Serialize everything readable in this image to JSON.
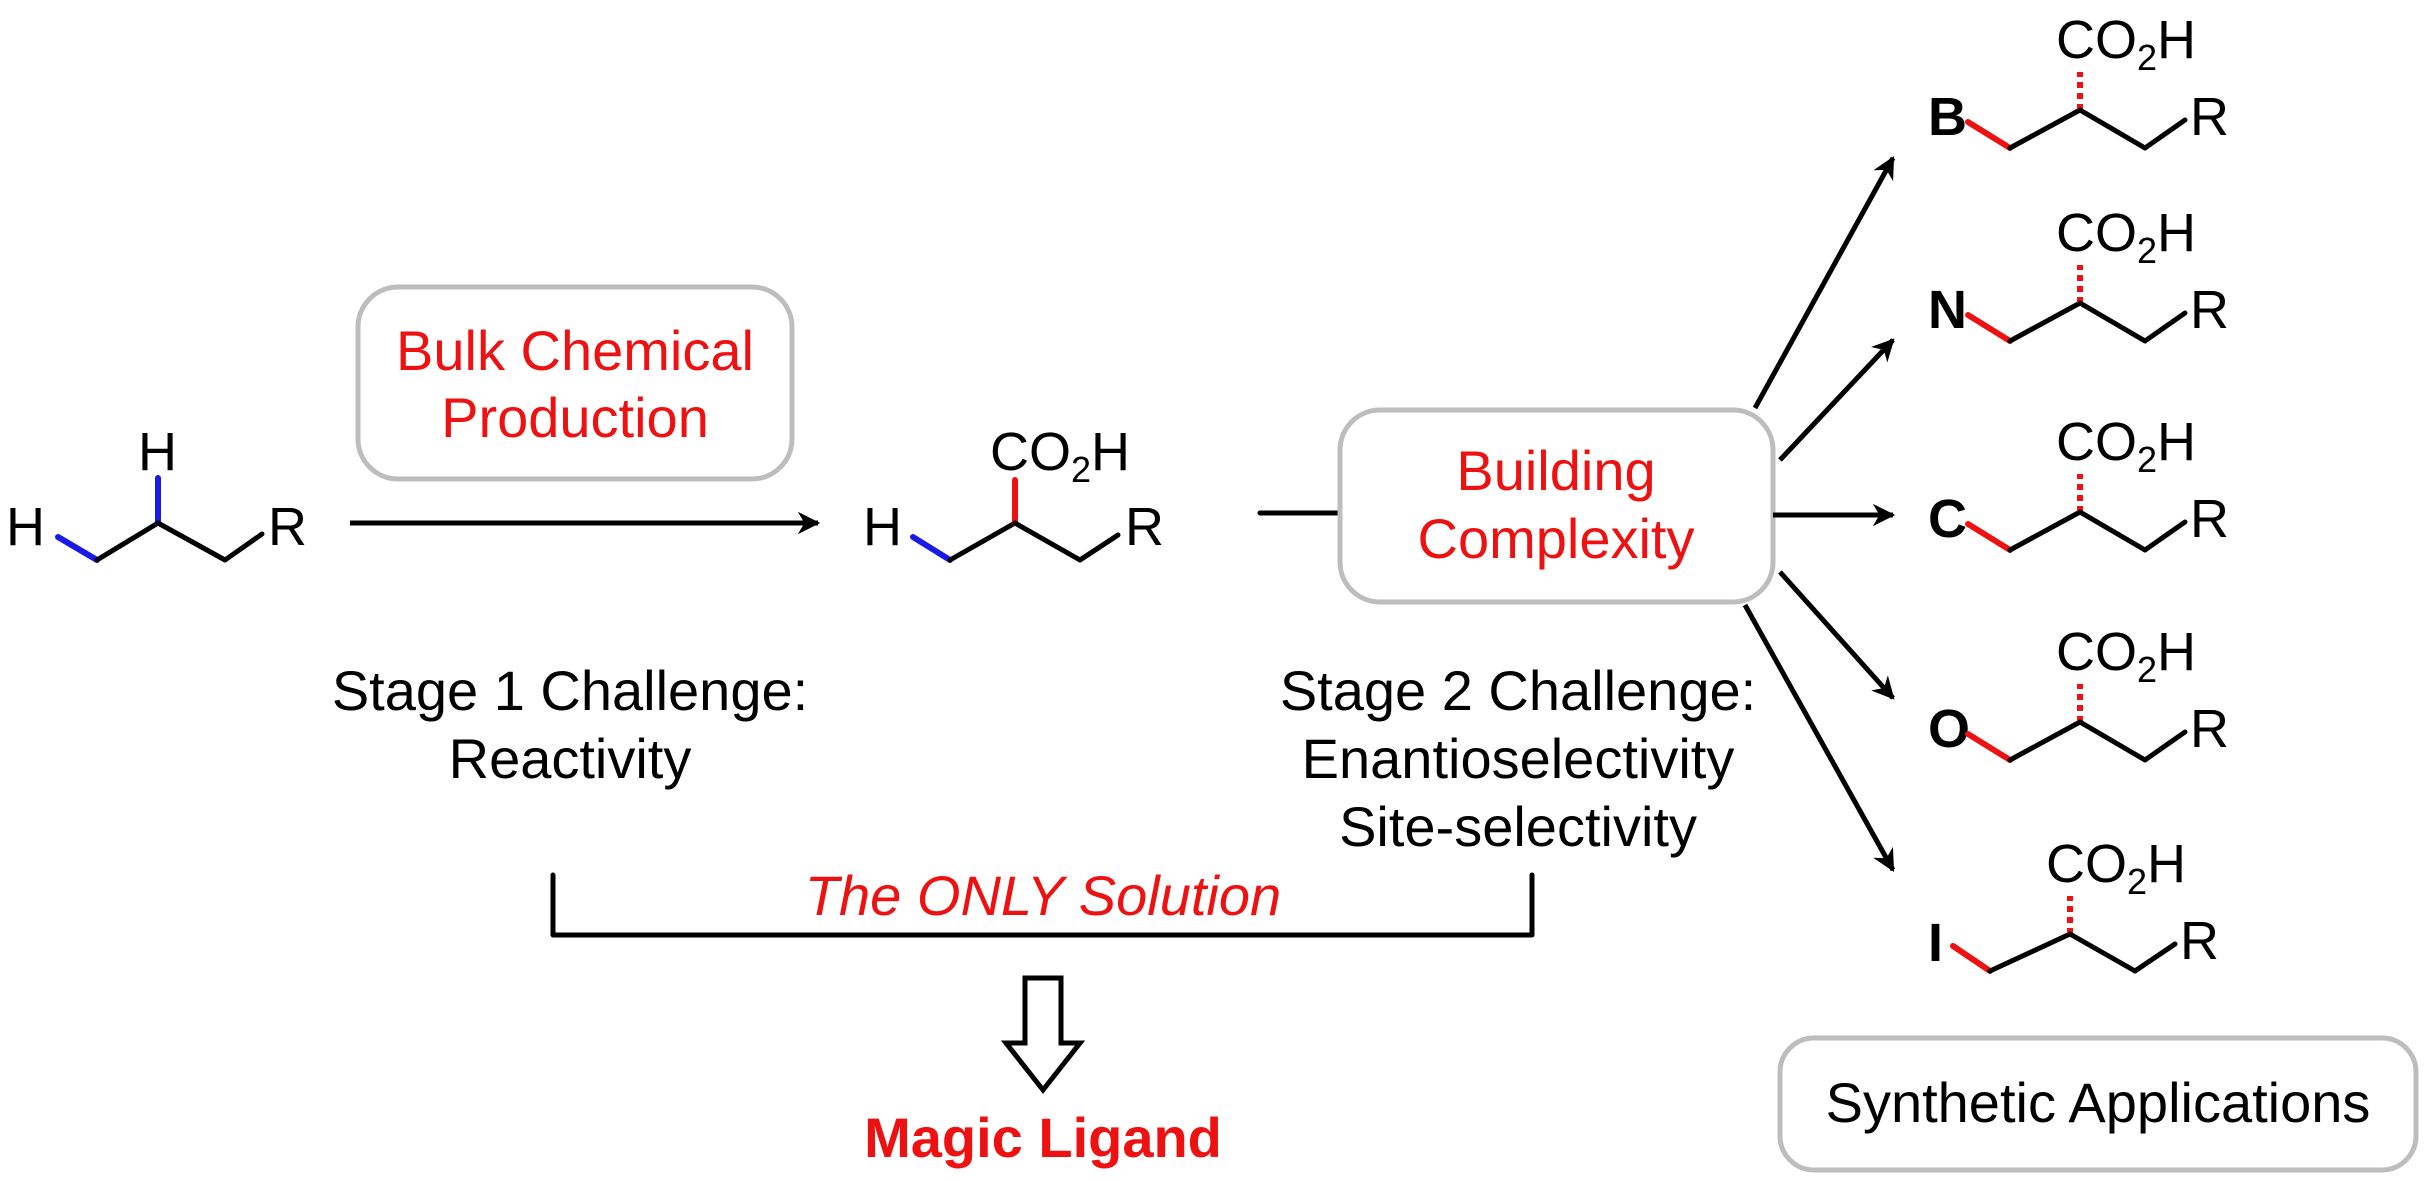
{
  "boxes": {
    "bulk_line1": "Bulk Chemical",
    "bulk_line2": "Production",
    "building_line1": "Building",
    "building_line2": "Complexity",
    "synthetic": "Synthetic Applications"
  },
  "stage1": {
    "line1": "Stage 1 Challenge:",
    "line2": "Reactivity"
  },
  "stage2": {
    "line1": "Stage 2 Challenge:",
    "line2": "Enantioselectivity",
    "line3": "Site-selectivity"
  },
  "solution": "The ONLY Solution",
  "result": "Magic Ligand",
  "atoms": {
    "H": "H",
    "R": "R",
    "CO": "CO",
    "sub2": "2",
    "Hacid": "H"
  },
  "products": [
    "B",
    "N",
    "C",
    "O",
    "I"
  ],
  "colors": {
    "highlight_red": "#ee1111",
    "highlight_blue": "#1a1ae6",
    "box_border": "#bdbdbd"
  }
}
